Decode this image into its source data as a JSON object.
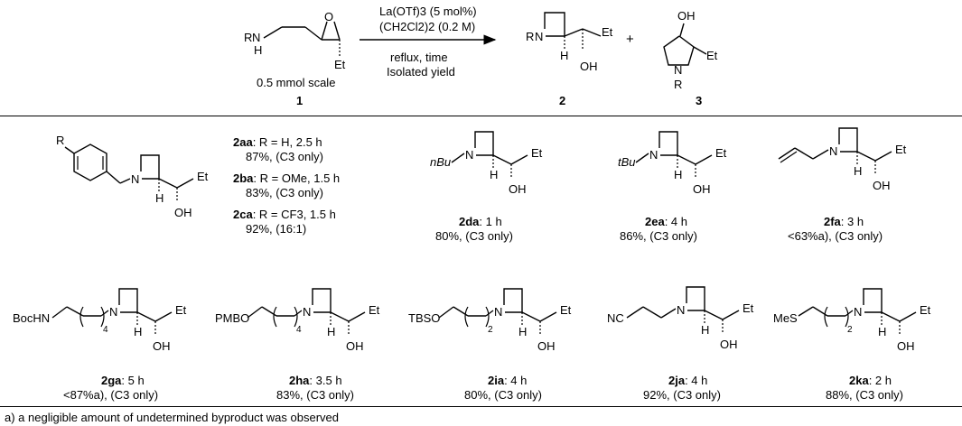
{
  "scheme": {
    "reagent_line1": "La(OTf)3 (5 mol%)",
    "reagent_line2": "(CH2Cl2)2 (0.2 M)",
    "condition_line1": "reflux, time",
    "condition_line2": "Isolated yield",
    "scale": "0.5 mmol scale",
    "sm_number": "1",
    "product2_number": "2",
    "product3_number": "3",
    "plus": "+"
  },
  "atoms": {
    "r": "R",
    "nh": "N",
    "h": "H",
    "n": "N",
    "o": "O",
    "oh": "OH",
    "et": "Et",
    "nbu": "nBu",
    "tbu": "tBu",
    "bochn": "BocHN",
    "pmbo": "PMBO",
    "tbso": "TBSO",
    "nc": "NC",
    "mes": "MeS",
    "four": "4",
    "two": "2"
  },
  "entries_row1": [
    {
      "id": "2aa",
      "text": ": R = H, 2.5 h",
      "yield": "87%, (C3 only)"
    },
    {
      "id": "2ba",
      "text": ": R = OMe, 1.5 h",
      "yield": "83%, (C3 only)"
    },
    {
      "id": "2ca",
      "text": ": R = CF3, 1.5 h",
      "yield": "92%, (16:1)"
    },
    {
      "id": "2da",
      "text": ": 1 h",
      "yield": "80%, (C3 only)"
    },
    {
      "id": "2ea",
      "text": ": 4 h",
      "yield": "86%, (C3 only)"
    },
    {
      "id": "2fa",
      "text": ": 3 h",
      "yield": "<63%a), (C3 only)"
    }
  ],
  "entries_row2": [
    {
      "id": "2ga",
      "text": ": 5 h",
      "yield": "<87%a), (C3 only)"
    },
    {
      "id": "2ha",
      "text": ": 3.5 h",
      "yield": "83%, (C3 only)"
    },
    {
      "id": "2ia",
      "text": ": 4 h",
      "yield": "80%, (C3 only)"
    },
    {
      "id": "2ja",
      "text": ": 4 h",
      "yield": "92%, (C3 only)"
    },
    {
      "id": "2ka",
      "text": ": 2 h",
      "yield": "88%, (C3 only)"
    }
  ],
  "footnote": "a) a negligible amount of undetermined byproduct was observed"
}
